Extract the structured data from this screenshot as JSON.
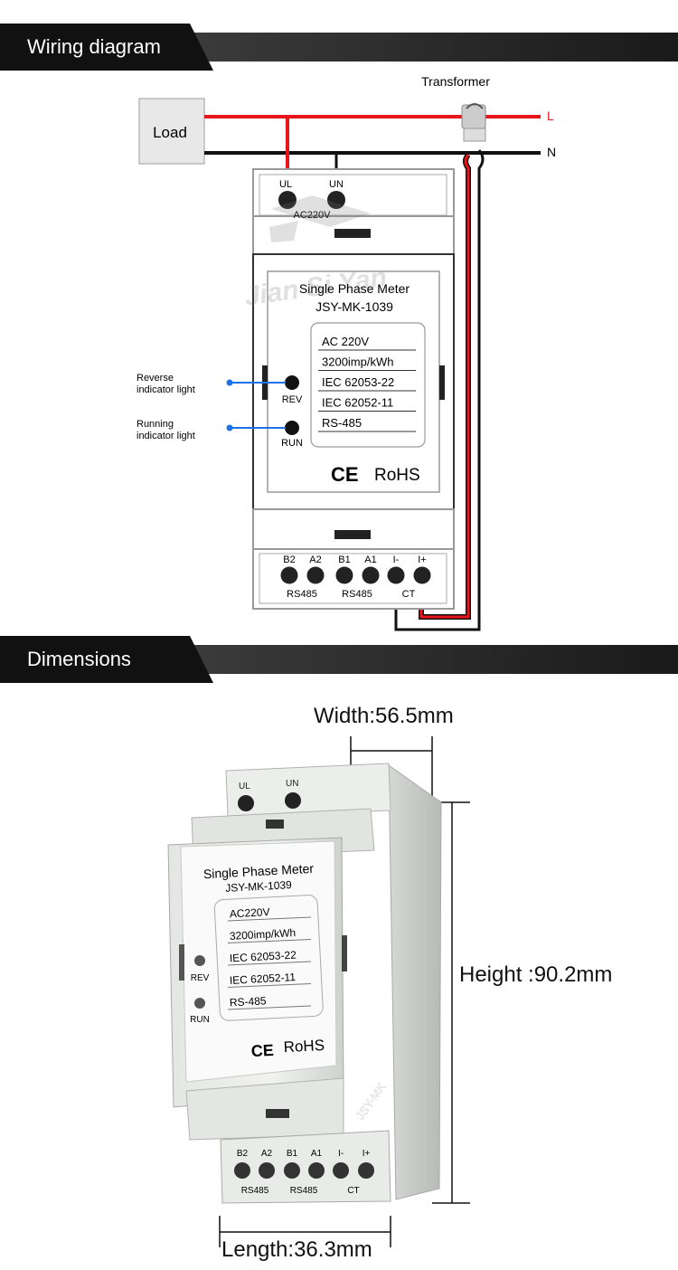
{
  "sections": {
    "wiring_title": "Wiring diagram",
    "dimensions_title": "Dimensions"
  },
  "wiring": {
    "load": "Load",
    "transformer": "Transformer",
    "line_l": "L",
    "line_n": "N",
    "ul": "UL",
    "un": "UN",
    "ac220v": "AC220V",
    "watermark": "Jian Si Yan",
    "meter_name": "Single Phase Meter",
    "model": "JSY-MK-1039",
    "specs": [
      "AC 220V",
      "3200imp/kWh",
      "IEC    62053-22",
      "IEC    62052-11",
      "RS-485"
    ],
    "rev": "REV",
    "run": "RUN",
    "reverse_label_1": "Reverse",
    "reverse_label_2": "indicator light",
    "running_label_1": "Running",
    "running_label_2": "indicator light",
    "ce": "CE",
    "rohs": "RoHS",
    "terminals": [
      "B2",
      "A2",
      "B1",
      "A1",
      "I-",
      "I+"
    ],
    "groups": [
      "RS485",
      "RS485",
      "CT"
    ]
  },
  "dimensions": {
    "width": "Width:56.5mm",
    "height": "Height :90.2mm",
    "length": "Length:36.3mm",
    "photo": {
      "ul": "UL",
      "un": "UN",
      "meter_name": "Single Phase Meter",
      "model": "JSY-MK-1039",
      "specs": [
        "AC220V",
        "3200imp/kWh",
        "IEC 62053-22",
        "IEC 62052-11",
        "RS-485"
      ],
      "rev": "REV",
      "run": "RUN",
      "ce": "CE",
      "rohs": "RoHS",
      "brand": "JSY-MK",
      "terminals": [
        "B2",
        "A2",
        "B1",
        "A1",
        "I-",
        "I+"
      ],
      "groups": [
        "RS485",
        "RS485",
        "CT"
      ]
    }
  },
  "colors": {
    "live_wire": "#e8141c",
    "neutral_wire": "#111111",
    "indicator_wire": "#1a73e8",
    "banner_dark": "#1e1e1e"
  }
}
